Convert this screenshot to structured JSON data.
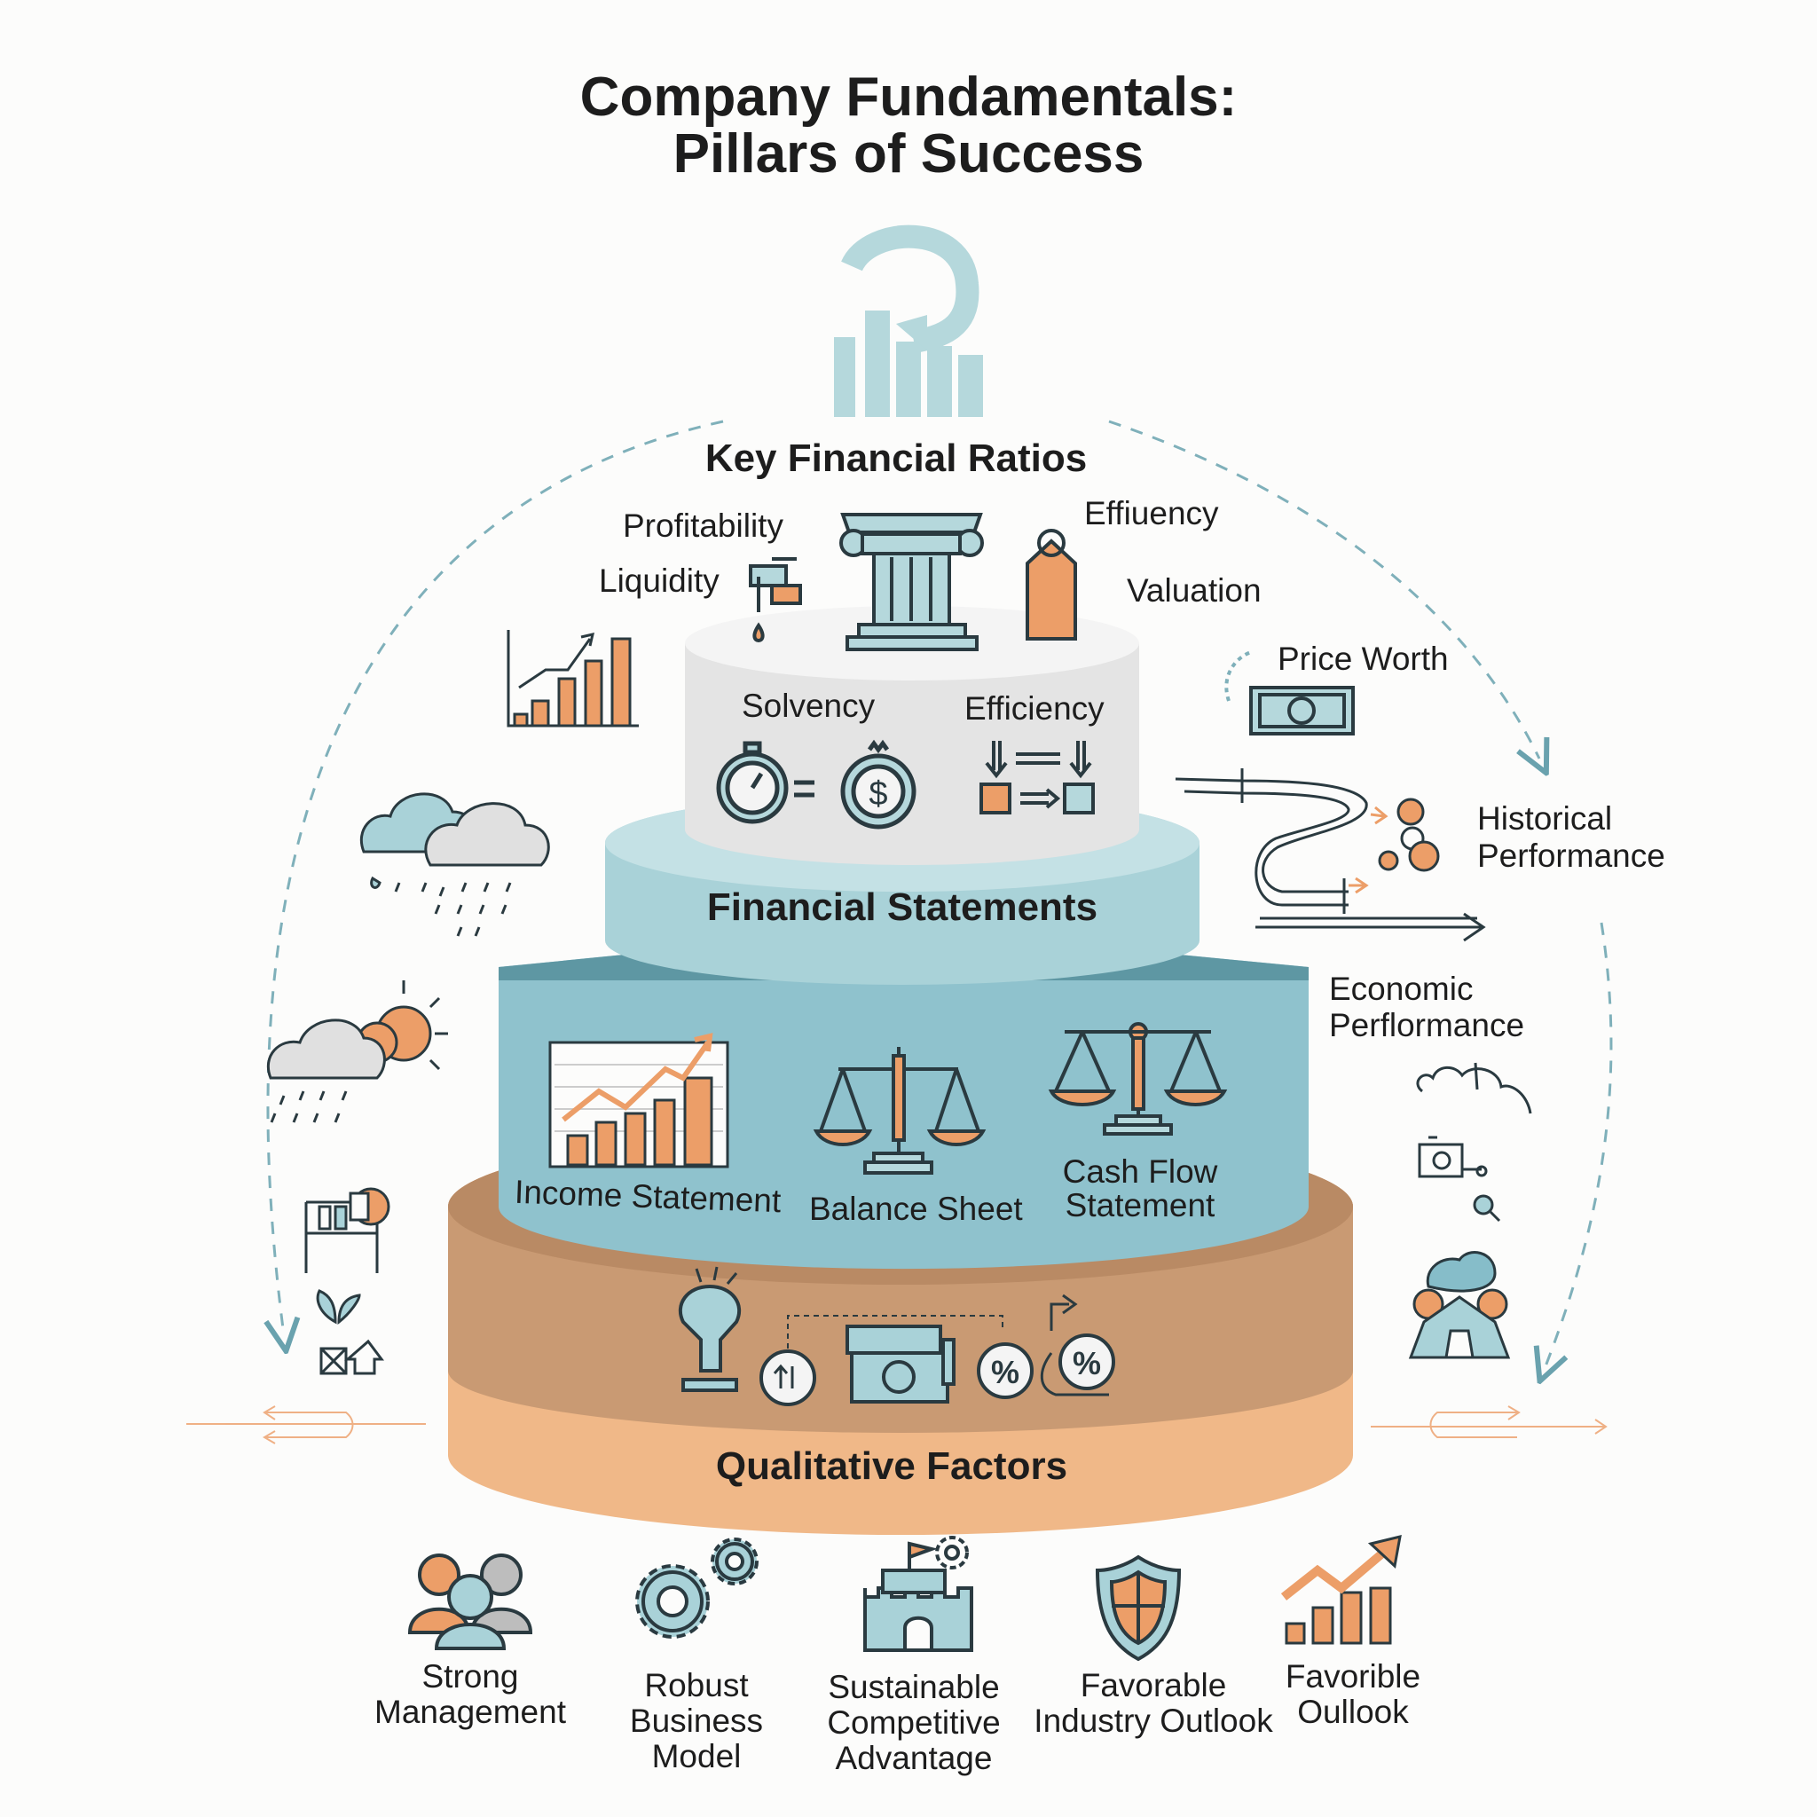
{
  "title": {
    "line1": "Company Fundamentals:",
    "line2": "Pillars of Success"
  },
  "tiers": {
    "top": {
      "label": "Key Financial Ratios",
      "ratios": {
        "profitability": "Profitability",
        "liquidity": "Liquidity",
        "effiuency": "Effiuency",
        "valuation": "Valuation",
        "solvency": "Solvency",
        "efficiency": "Efficiency"
      }
    },
    "statements": {
      "label": "Financial Statements",
      "items": {
        "income": "Income Statement",
        "balance": "Balance Sheet",
        "cashflow_line1": "Cash Flow",
        "cashflow_line2": "Statement"
      }
    },
    "base": {
      "label": "Qualitative Factors"
    }
  },
  "side_labels": {
    "price_worth": "Price Worth",
    "historical_line1": "Historical",
    "historical_line2": "Performance",
    "economic_line1": "Economic",
    "economic_line2": "Perflormance"
  },
  "qualitative_items": [
    {
      "line1": "Strong",
      "line2": "Management",
      "line3": ""
    },
    {
      "line1": "Robust",
      "line2": "Business",
      "line3": "Model"
    },
    {
      "line1": "Sustainable",
      "line2": "Competitive",
      "line3": "Advantage"
    },
    {
      "line1": "Favorable",
      "line2": "Industry Outlook",
      "line3": ""
    },
    {
      "line1": "Favorible",
      "line2": "Oullook",
      "line3": ""
    }
  ],
  "icons": [
    "bar-chart-cycle-icon",
    "faucet-icon",
    "column-pillar-icon",
    "price-tag-icon",
    "stopwatch-icon",
    "dollar-coin-icon",
    "flow-arrows-icon",
    "rising-bar-chart-icon",
    "banknote-icon",
    "pipes-icon",
    "storm-cloud-icon",
    "sun-cloud-icon",
    "machine-icon",
    "plant-icon",
    "camera-icon",
    "magnifier-icon",
    "tree-house-icon",
    "income-chart-icon",
    "scale-icon",
    "team-icon",
    "gears-icon",
    "castle-icon",
    "shield-icon",
    "growth-chart-icon",
    "percent-badge-icon"
  ],
  "colors": {
    "teal_light": "#a9d2d8",
    "teal_mid": "#86bdc9",
    "teal_dark": "#5e97a3",
    "grey_cylinder": "#e4e4e4",
    "brown_base": "#c99a73",
    "orange_base": "#f0b888",
    "orange_accent": "#ec9e68",
    "outline": "#2a3a40"
  }
}
